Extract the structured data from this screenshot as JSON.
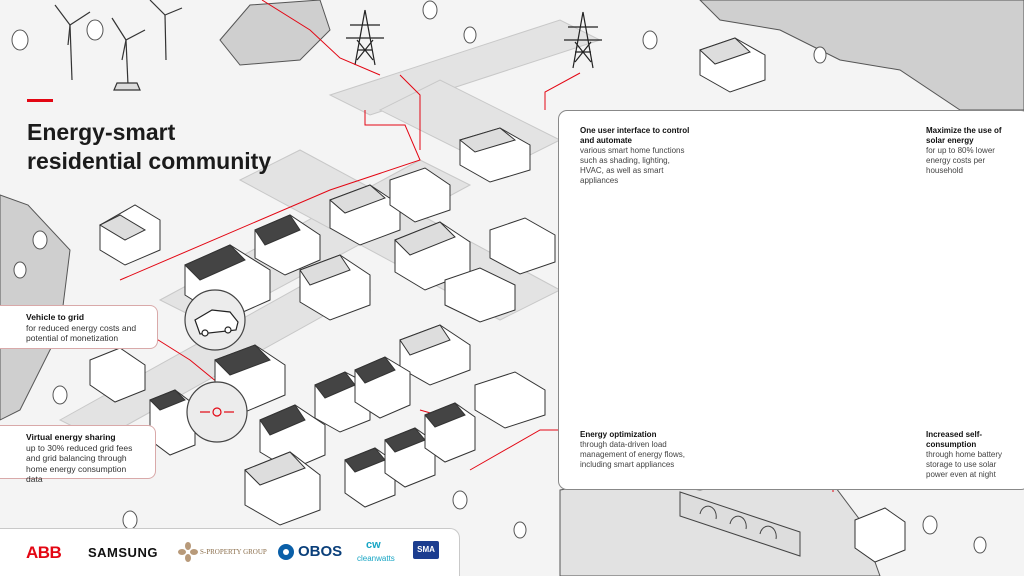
{
  "title": {
    "line1": "Energy-smart",
    "line2": "residential community"
  },
  "callouts": {
    "vehicle": {
      "heading": "Vehicle to grid",
      "body": "for reduced energy costs and potential of monetization"
    },
    "sharing": {
      "heading": "Virtual energy sharing",
      "body": "up to 30% reduced grid fees and grid balancing through home energy consumption data"
    }
  },
  "panel": {
    "interface": {
      "heading": "One user interface to control and automate",
      "body": "various smart home functions such as shading, lighting, HVAC, as well as smart appliances"
    },
    "solar": {
      "heading": "Maximize the use of solar energy",
      "body": "for up to 80% lower energy costs per household"
    },
    "optimization": {
      "heading": "Energy optimization",
      "body": "through data-driven load management of energy flows, including smart appliances"
    },
    "consumption": {
      "heading": "Increased self-consumption",
      "body": "through home battery storage to use solar power even at night"
    }
  },
  "logos": {
    "abb": "ABB",
    "samsung": "SAMSUNG",
    "sproperty": "S-PROPERTY GROUP",
    "obos": "OBOS",
    "cleanwatts_mark": "cw",
    "cleanwatts": "cleanwatts",
    "sma": "SMA"
  },
  "colors": {
    "accent": "#e30613",
    "line": "#333333",
    "background": "#f4f4f4"
  },
  "icons": [
    "wind-turbine-icon",
    "power-pylon-icon",
    "car-icon",
    "house-icon",
    "heat-pump-icon",
    "solar-panel-icon"
  ]
}
